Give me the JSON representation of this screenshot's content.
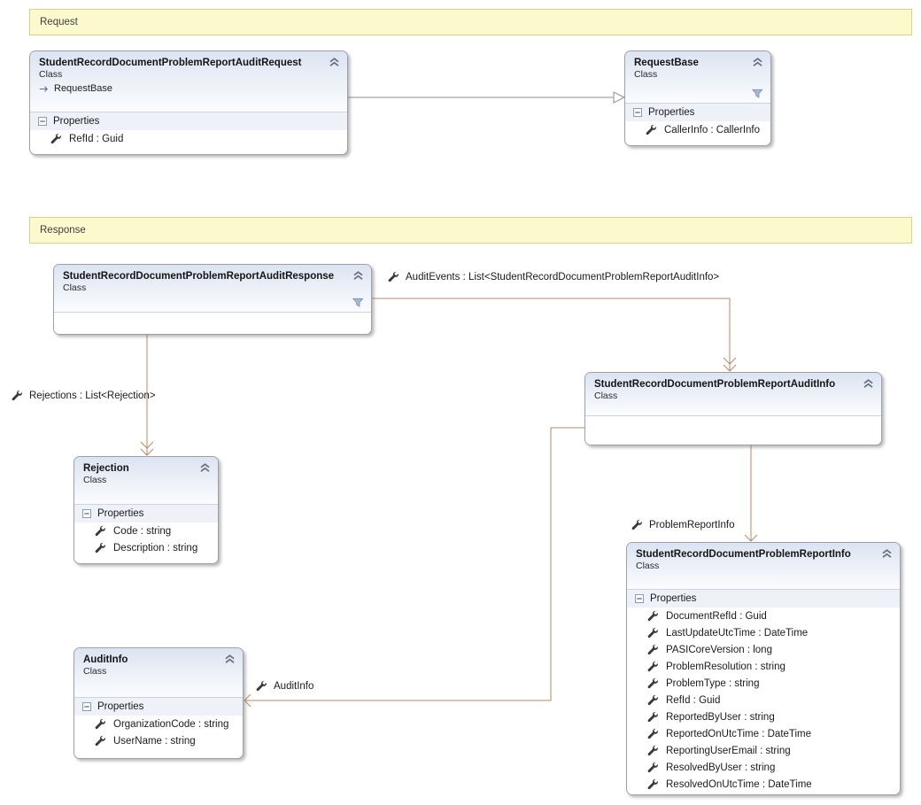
{
  "banners": {
    "request": "Request",
    "response": "Response"
  },
  "classes": {
    "audit_request": {
      "title": "StudentRecordDocumentProblemReportAuditRequest",
      "stereotype": "Class",
      "inherits": "RequestBase",
      "section_label": "Properties",
      "properties": [
        "RefId : Guid"
      ]
    },
    "request_base": {
      "title": "RequestBase",
      "stereotype": "Class",
      "section_label": "Properties",
      "properties": [
        "CallerInfo : CallerInfo"
      ]
    },
    "audit_response": {
      "title": "StudentRecordDocumentProblemReportAuditResponse",
      "stereotype": "Class"
    },
    "rejection": {
      "title": "Rejection",
      "stereotype": "Class",
      "section_label": "Properties",
      "properties": [
        "Code : string",
        "Description : string"
      ]
    },
    "sr_audit_info": {
      "title": "StudentRecordDocumentProblemReportAuditInfo",
      "stereotype": "Class"
    },
    "sr_problem_report_info": {
      "title": "StudentRecordDocumentProblemReportInfo",
      "stereotype": "Class",
      "section_label": "Properties",
      "properties": [
        "DocumentRefId : Guid",
        "LastUpdateUtcTime : DateTime",
        "PASICoreVersion : long",
        "ProblemResolution : string",
        "ProblemType : string",
        "RefId : Guid",
        "ReportedByUser : string",
        "ReportedOnUtcTime : DateTime",
        "ReportingUserEmail : string",
        "ResolvedByUser : string",
        "ResolvedOnUtcTime : DateTime"
      ]
    },
    "audit_info": {
      "title": "AuditInfo",
      "stereotype": "Class",
      "section_label": "Properties",
      "properties": [
        "OrganizationCode : string",
        "UserName : string"
      ]
    }
  },
  "associations": {
    "audit_events_label": "AuditEvents : List<StudentRecordDocumentProblemReportAuditInfo>",
    "rejections_label": "Rejections : List<Rejection>",
    "problem_report_info_label": "ProblemReportInfo",
    "audit_info_label": "AuditInfo"
  },
  "icons": {
    "property": "wrench-icon",
    "filter": "funnel-icon",
    "collapse": "double-chevron-up-icon",
    "section_collapse": "minus-box-icon",
    "inherits": "arrow-right-icon"
  },
  "colors": {
    "association_line": "#b78a63",
    "inheritance_line": "#8f8f8f",
    "banner_bg": "#fcfacd",
    "banner_border": "#d7d37e",
    "header_gradient_top": "#dce4f2",
    "section_bg": "#eef1f8",
    "box_border": "#9ba1ab"
  }
}
